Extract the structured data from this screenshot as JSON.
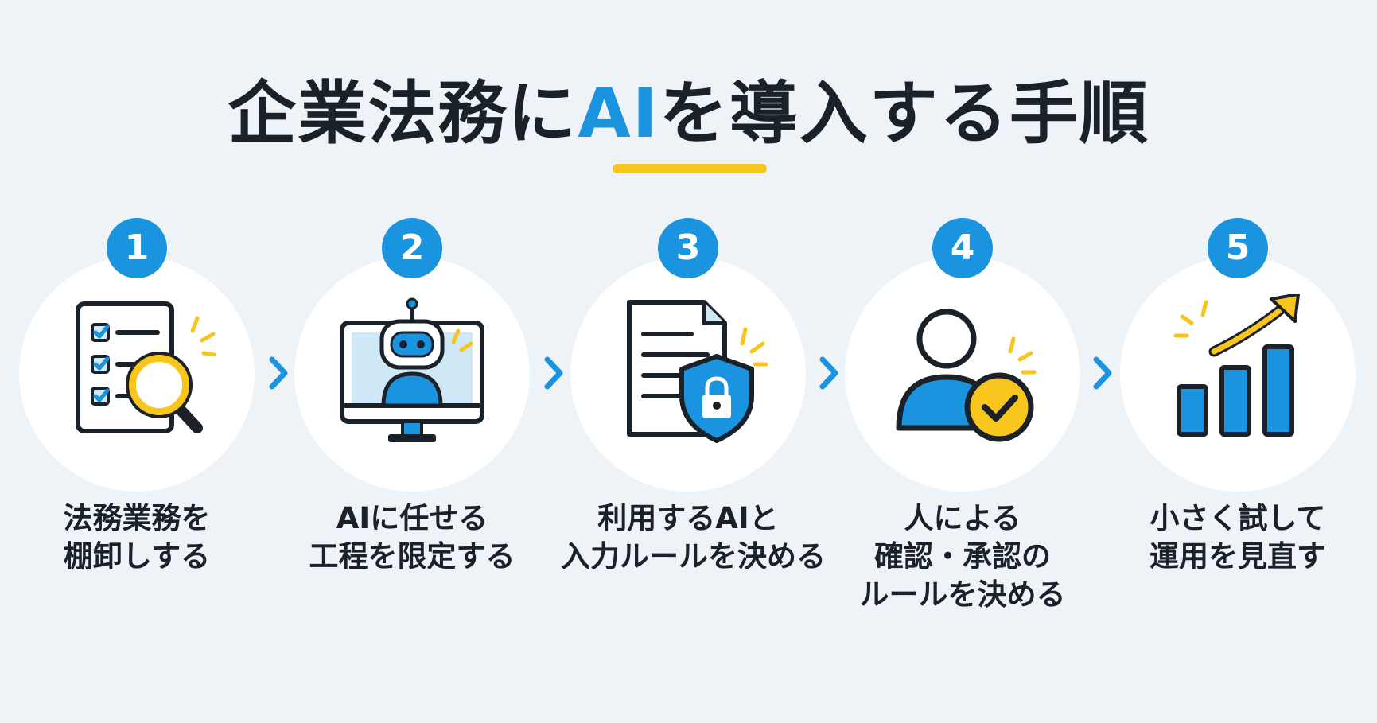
{
  "title": {
    "before": "企業法務に",
    "accent": "AI",
    "after": "を導入する手順"
  },
  "colors": {
    "accent_blue": "#1b94e0",
    "highlight_yellow": "#f7c51c",
    "text_dark": "#1b2128",
    "background": "#eef3f8",
    "light_blue": "#cfe8f8"
  },
  "steps": [
    {
      "number": "1",
      "icon": "checklist-magnifier-icon",
      "lines": [
        "法務業務を",
        "棚卸しする"
      ]
    },
    {
      "number": "2",
      "icon": "robot-monitor-icon",
      "lines": [
        "AIに任せる",
        "工程を限定する"
      ]
    },
    {
      "number": "3",
      "icon": "document-shield-lock-icon",
      "lines": [
        "利用するAIと",
        "入力ルールを決める"
      ]
    },
    {
      "number": "4",
      "icon": "person-check-icon",
      "lines": [
        "人による",
        "確認・承認の",
        "ルールを決める"
      ]
    },
    {
      "number": "5",
      "icon": "growth-chart-icon",
      "lines": [
        "小さく試して",
        "運用を見直す"
      ]
    }
  ]
}
